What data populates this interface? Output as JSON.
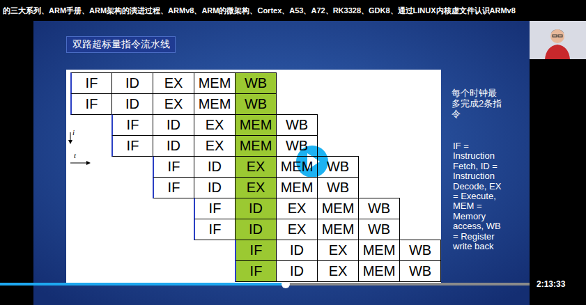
{
  "diagram": {
    "title": "双路超标量指令流水线",
    "nodes": [
      {
        "text": [
          "IF"
        ]
      },
      {
        "text": [
          "ID"
        ]
      },
      {
        "text": [
          "EX"
        ]
      },
      {
        "text": [
          "MEM"
        ]
      },
      {
        "text": [
          "WB"
        ]
      },
      {
        "text": [
          "IF"
        ]
      },
      {
        "text": [
          "ID"
        ]
      },
      {
        "text": [
          "EX"
        ]
      },
      {
        "text": [
          "MEM"
        ]
      },
      {
        "text": [
          "WB"
        ]
      },
      {
        "text": [
          "IF"
        ]
      },
      {
        "text": [
          "ID"
        ]
      },
      {
        "text": [
          "EX"
        ]
      },
      {
        "text": [
          "MEM"
        ]
      },
      {
        "text": [
          "WB"
        ]
      },
      {
        "text": [
          "IF"
        ]
      },
      {
        "text": [
          "ID"
        ]
      },
      {
        "text": [
          "EX"
        ]
      },
      {
        "text": [
          "MEM"
        ]
      },
      {
        "text": [
          "WB"
        ]
      },
      {
        "text": [
          "IF"
        ]
      },
      {
        "text": [
          "ID"
        ]
      },
      {
        "text": [
          "EX"
        ]
      },
      {
        "text": [
          "MEM"
        ]
      },
      {
        "text": [
          "WB"
        ]
      },
      {
        "text": [
          "IF"
        ]
      },
      {
        "text": [
          "ID"
        ]
      },
      {
        "text": [
          "EX"
        ]
      },
      {
        "text": [
          "MEM"
        ]
      },
      {
        "text": [
          "WB"
        ]
      },
      {
        "text": [
          "IF"
        ]
      },
      {
        "text": [
          "ID"
        ]
      },
      {
        "text": [
          "EX"
        ]
      },
      {
        "text": [
          "MEM"
        ]
      },
      {
        "text": [
          "WB"
        ]
      },
      {
        "text": [
          "IF"
        ]
      },
      {
        "text": [
          "ID"
        ]
      },
      {
        "text": [
          "EX"
        ]
      },
      {
        "text": [
          "MEM"
        ]
      },
      {
        "text": [
          "WB"
        ]
      },
      {
        "text": [
          "IF"
        ]
      },
      {
        "text": [
          "ID"
        ]
      },
      {
        "text": [
          "EX"
        ]
      },
      {
        "text": [
          "MEM"
        ]
      },
      {
        "text": [
          "WB"
        ]
      },
      {
        "text": [
          "IF"
        ]
      },
      {
        "text": [
          "ID"
        ]
      },
      {
        "text": [
          "EX"
        ]
      },
      {
        "text": [
          "MEM"
        ]
      },
      {
        "text": [
          "WB"
        ]
      }
    ],
    "labels": [
      "的三大系列、ARM手册、ARM架构的演进过程、ARMv8、ARM的微架构、Cortex、A53、A72、RK3328、GDK8、通过LINUX内核虚文件认识ARMv8",
      "每个时钟最多完成2条指令",
      "IF = Instruction Fetch, ID = Instruction Decode, EX = Execute, MEM = Memory access, WB = Register write back",
      "i",
      "t",
      "2:13:33"
    ]
  }
}
